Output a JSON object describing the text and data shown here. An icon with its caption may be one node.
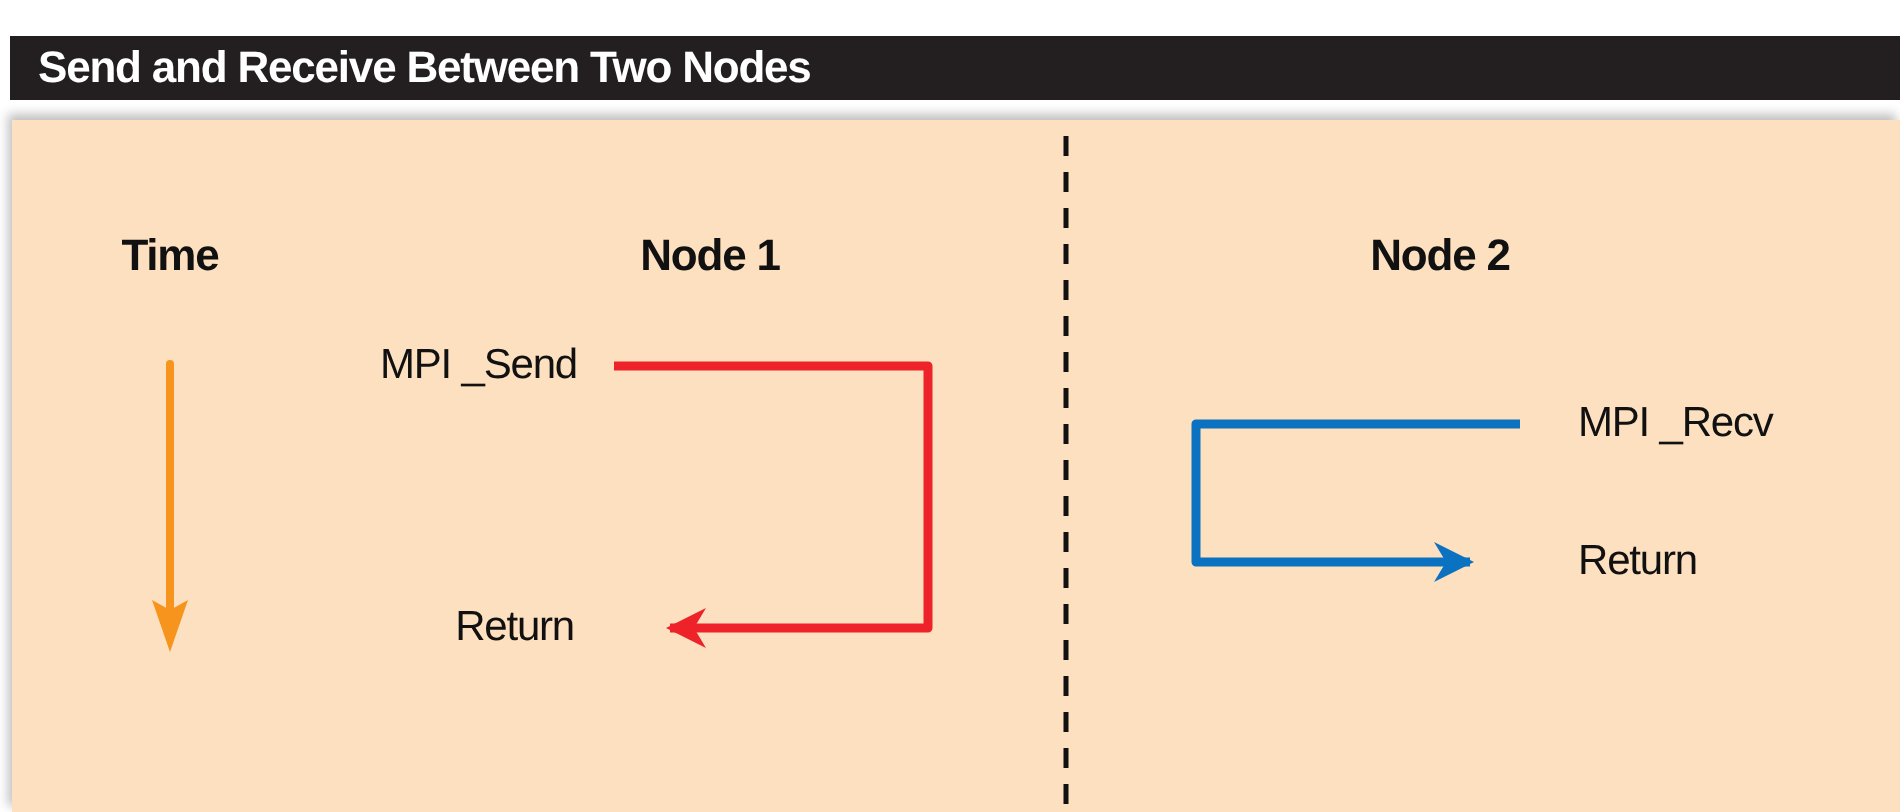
{
  "diagram": {
    "title": "Send and Receive Between Two Nodes",
    "nodes": [
      {
        "text": [
          "MPI _Send"
        ]
      },
      {
        "text": [
          "Return"
        ]
      },
      {
        "text": [
          "MPI _Recv"
        ]
      },
      {
        "text": [
          "Return"
        ]
      }
    ],
    "edges": [
      {
        "from": 0,
        "to": 1,
        "arrow": "to",
        "color": "#ee2229"
      },
      {
        "from": 2,
        "to": 3,
        "arrow": "to",
        "color": "#0a72c0"
      }
    ],
    "labels": [
      "Time",
      "Node 1",
      "Node 2"
    ]
  }
}
